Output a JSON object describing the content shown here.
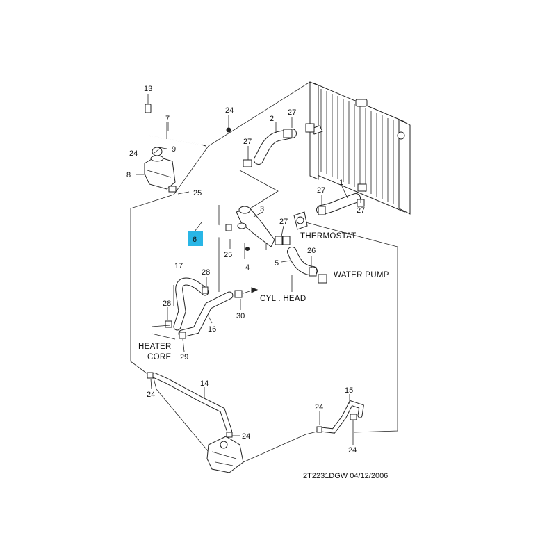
{
  "callouts": [
    {
      "id": "c13",
      "text": "13"
    },
    {
      "id": "c7",
      "text": "7"
    },
    {
      "id": "c24a",
      "text": "24"
    },
    {
      "id": "c2",
      "text": "2"
    },
    {
      "id": "c27a",
      "text": "27"
    },
    {
      "id": "c27b",
      "text": "27"
    },
    {
      "id": "c24b",
      "text": "24"
    },
    {
      "id": "c9",
      "text": "9"
    },
    {
      "id": "c8",
      "text": "8"
    },
    {
      "id": "c25a",
      "text": "25"
    },
    {
      "id": "c6",
      "text": "6"
    },
    {
      "id": "c25b",
      "text": "25"
    },
    {
      "id": "c3",
      "text": "3"
    },
    {
      "id": "c4",
      "text": "4"
    },
    {
      "id": "c27c",
      "text": "27"
    },
    {
      "id": "c27d",
      "text": "27"
    },
    {
      "id": "c1",
      "text": "1"
    },
    {
      "id": "c27e",
      "text": "27"
    },
    {
      "id": "c26",
      "text": "26"
    },
    {
      "id": "c5",
      "text": "5"
    },
    {
      "id": "c17",
      "text": "17"
    },
    {
      "id": "c28a",
      "text": "28"
    },
    {
      "id": "c28b",
      "text": "28"
    },
    {
      "id": "c30",
      "text": "30"
    },
    {
      "id": "c16",
      "text": "16"
    },
    {
      "id": "c29",
      "text": "29"
    },
    {
      "id": "c24c",
      "text": "24"
    },
    {
      "id": "c14",
      "text": "14"
    },
    {
      "id": "c24d",
      "text": "24"
    },
    {
      "id": "c24e",
      "text": "24"
    },
    {
      "id": "c15",
      "text": "15"
    },
    {
      "id": "c24f",
      "text": "24"
    }
  ],
  "labels": {
    "thermostat": "THERMOSTAT",
    "water_pump": "WATER PUMP",
    "cyl_head": "CYL . HEAD",
    "heater_line1": "HEATER",
    "heater_line2": "CORE"
  },
  "highlight": {
    "text": "6",
    "color": "#29b6e6"
  },
  "reference": "2T2231DGW  04/12/2006"
}
